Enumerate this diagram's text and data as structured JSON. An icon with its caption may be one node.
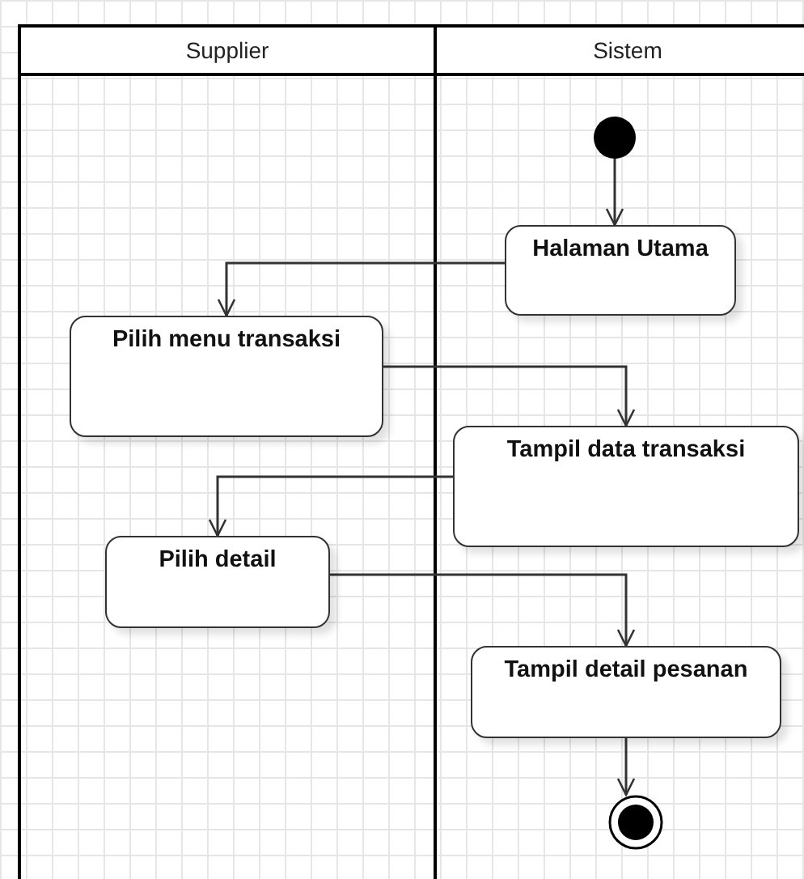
{
  "diagram": {
    "nodes": [
      {
        "text": [
          "Supplier"
        ]
      },
      {
        "text": [
          "Sistem"
        ]
      },
      {
        "text": [],
        "shape": "circle",
        "in": 1
      },
      {
        "text": [
          "Halaman Utama"
        ],
        "in": 1
      },
      {
        "text": [
          "Pilih menu transaksi"
        ],
        "in": 0
      },
      {
        "text": [
          "Tampil data transaksi"
        ],
        "in": 1
      },
      {
        "text": [
          "Pilih detail"
        ],
        "in": 0
      },
      {
        "text": [
          "Tampil detail pesanan"
        ],
        "in": 1
      },
      {
        "text": [],
        "shape": "end-circle",
        "in": 1
      }
    ],
    "edges": [
      {
        "from": 2,
        "to": 3,
        "arrow": "to"
      },
      {
        "from": 3,
        "to": 4,
        "arrow": "to"
      },
      {
        "from": 4,
        "to": 5,
        "arrow": "to"
      },
      {
        "from": 5,
        "to": 6,
        "arrow": "to"
      },
      {
        "from": 6,
        "to": 7,
        "arrow": "to"
      },
      {
        "from": 7,
        "to": 8,
        "arrow": "to"
      }
    ]
  }
}
